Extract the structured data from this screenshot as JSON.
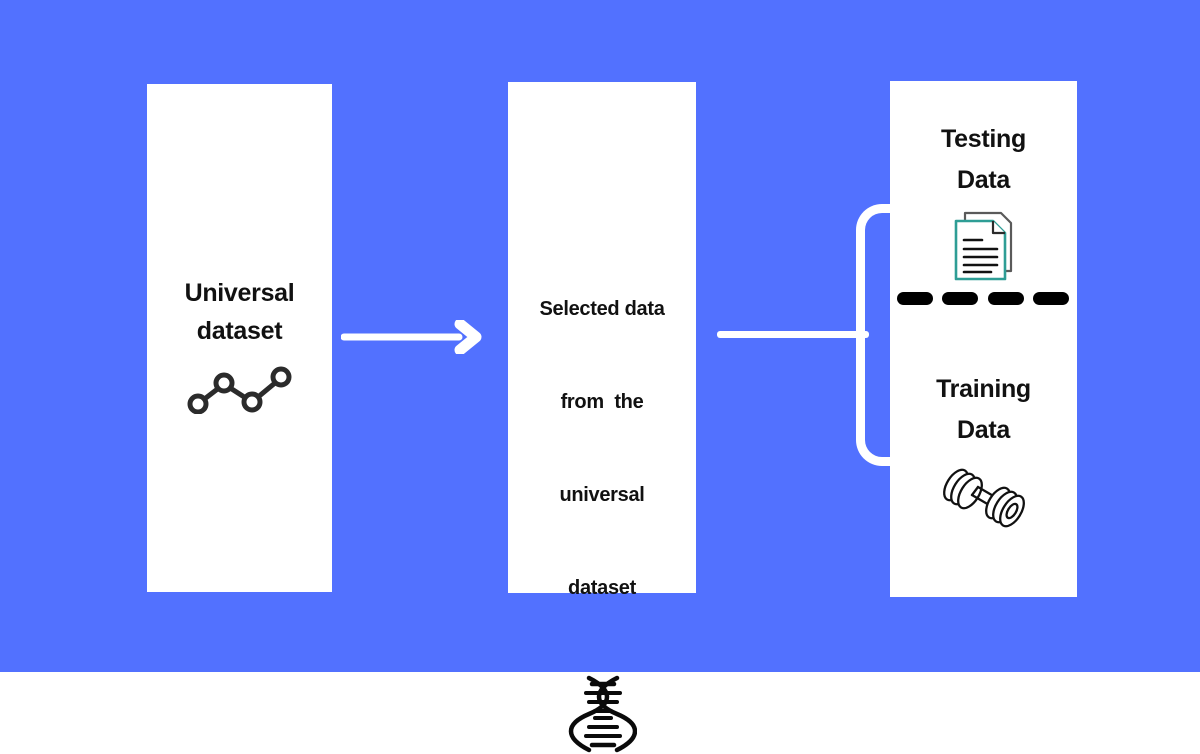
{
  "background_color": "#5271FF",
  "panel_color": "#FFFFFF",
  "ink_color": "#111111",
  "accent_teal": "#2E9D95",
  "panels": {
    "universal": {
      "title": "Universal\ndataset",
      "title_line1": "Universal",
      "title_line2": "dataset",
      "icon": "line-chart-icon"
    },
    "selected": {
      "title": "Selected data from  the universal dataset",
      "title_line1": "Selected data",
      "title_line2": "from  the",
      "title_line3": "universal",
      "title_line4": "dataset",
      "icon": "dna-helix-icon"
    },
    "split": {
      "testing": {
        "title_line1": "Testing",
        "title_line2": "Data",
        "icon": "documents-icon"
      },
      "training": {
        "title_line1": "Training",
        "title_line2": "Data",
        "icon": "dumbbell-icon"
      },
      "divider_dash_count": 4
    }
  },
  "connectors": {
    "arrow_one": "right-arrow-icon",
    "line_two": "horizontal-line",
    "bracket": "left-bracket-icon"
  },
  "chart_data": {
    "type": "line",
    "title": "",
    "x": [
      0,
      1,
      2,
      3
    ],
    "values": [
      1,
      3,
      1.6,
      3.4
    ],
    "marker": "circle-outline",
    "grid": false,
    "legend": "none"
  }
}
